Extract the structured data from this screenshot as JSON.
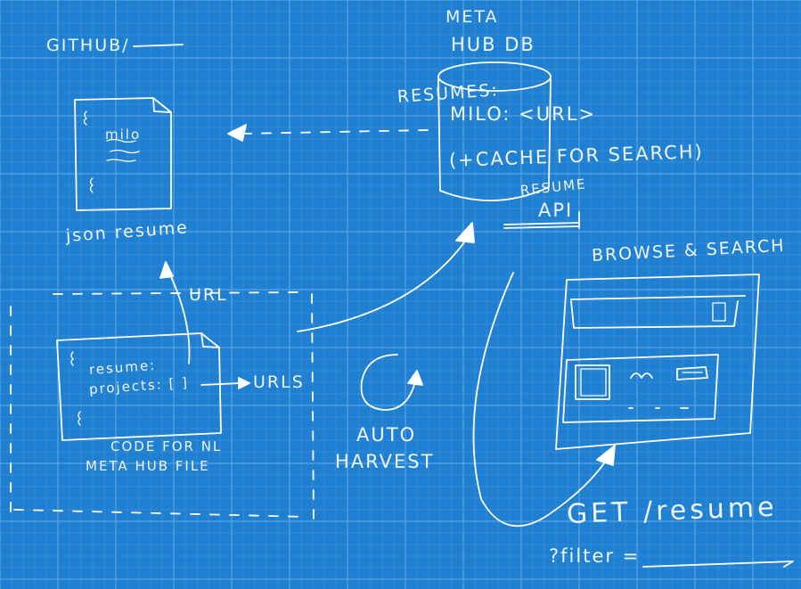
{
  "labels": {
    "github": "GITHUB/",
    "metahub_line1": "META",
    "metahub_line2": "HUB DB",
    "resumes_header": "RESUMES:",
    "resumes_entry": "MILO: <URL>",
    "cache_note": "(+CACHE FOR SEARCH)",
    "resume_api_top": "RESUME",
    "resume_api_bottom": "API",
    "json_resume": "json resume",
    "json_file_name": "milo",
    "url_label": "URL",
    "code_resume": "resume:",
    "code_projects": "projects: [ ]",
    "urls_label": "URLS",
    "code_caption_line1": "CODE FOR NL",
    "code_caption_line2": "META HUB FILE",
    "auto_line1": "AUTO",
    "auto_line2": "HARVEST",
    "browse_search": "BROWSE & SEARCH",
    "get_resume": "GET /resume",
    "filter_param": "?filter ="
  },
  "colors": {
    "background": "#1f7fd1",
    "grid_minor": "#3d92da",
    "grid_major": "#5aa5e4",
    "ink": "#ffffff"
  }
}
